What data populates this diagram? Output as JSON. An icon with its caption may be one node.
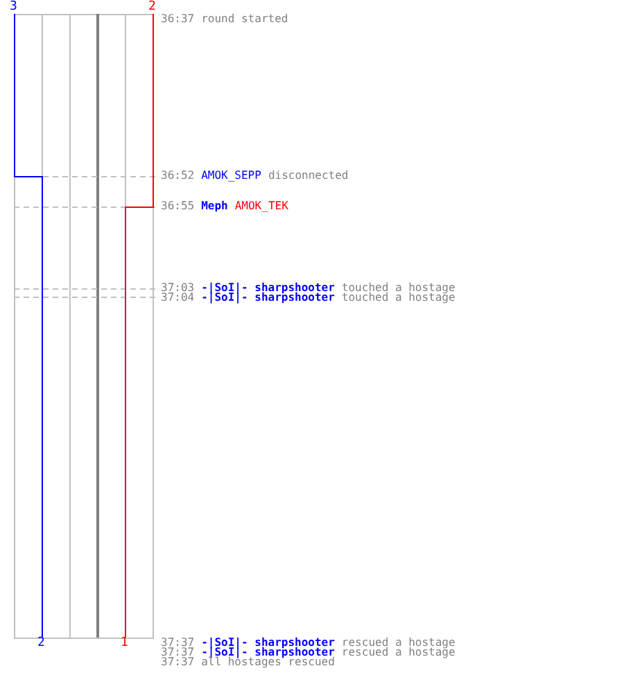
{
  "diagram": {
    "labels": [
      "3",
      "2",
      "36:37",
      "round started",
      "36:52",
      "AMOK_SEPP",
      "disconnected",
      "36:55",
      "Meph",
      "AMOK_TEK",
      "37:03",
      "-|SoI|- sharpshooter",
      "touched a hostage",
      "37:04",
      "-|SoI|- sharpshooter",
      "touched a hostage",
      "2",
      "1",
      "37:37",
      "-|SoI|- sharpshooter",
      "rescued a hostage",
      "37:37",
      "-|SoI|- sharpshooter",
      "rescued a hostage",
      "37:37",
      "all hostages rescued"
    ]
  }
}
